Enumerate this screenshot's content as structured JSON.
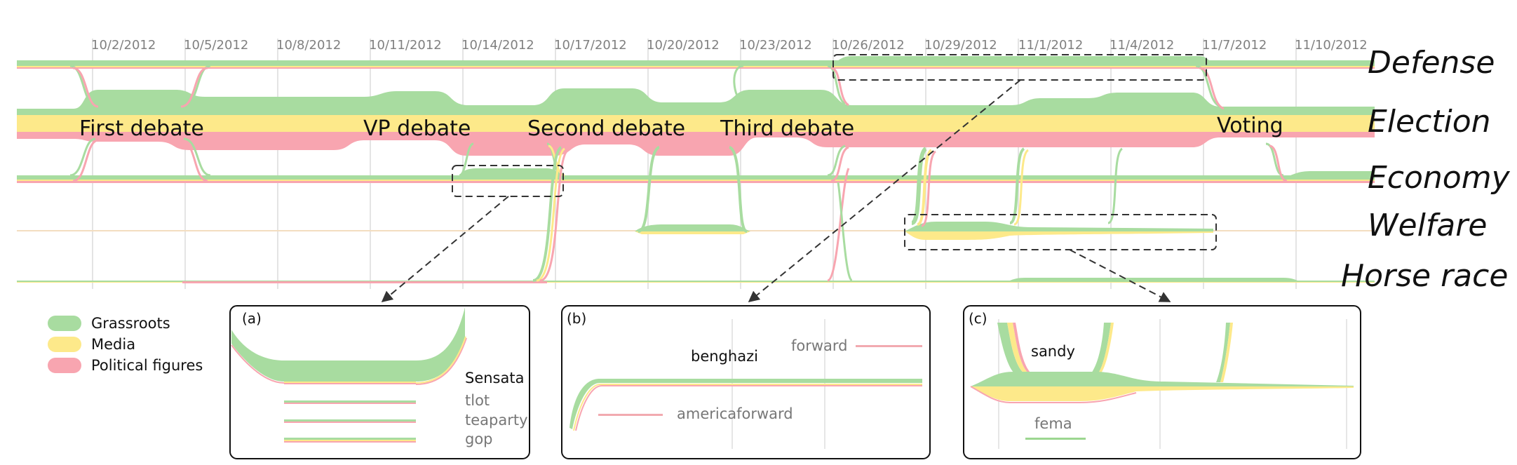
{
  "dates": [
    "10/2/2012",
    "10/5/2012",
    "10/8/2012",
    "10/11/2012",
    "10/14/2012",
    "10/17/2012",
    "10/20/2012",
    "10/23/2012",
    "10/26/2012",
    "10/29/2012",
    "11/1/2012",
    "11/4/2012",
    "11/7/2012",
    "11/10/2012"
  ],
  "topics": [
    "Defense",
    "Election",
    "Economy",
    "Welfare",
    "Horse race"
  ],
  "events": [
    "First debate",
    "VP debate",
    "Second debate",
    "Third debate",
    "Voting"
  ],
  "legend": [
    {
      "label": "Grassroots",
      "color": "#a8dca0"
    },
    {
      "label": "Media",
      "color": "#fde98a"
    },
    {
      "label": "Political figures",
      "color": "#f8a5b0"
    }
  ],
  "insets": {
    "a": {
      "letter": "(a)",
      "labels": [
        "Sensata",
        "tlot",
        "teaparty",
        "gop"
      ]
    },
    "b": {
      "letter": "(b)",
      "labels": [
        "benghazi",
        "forward",
        "americaforward"
      ]
    },
    "c": {
      "letter": "(c)",
      "labels": [
        "sandy",
        "fema"
      ]
    }
  }
}
